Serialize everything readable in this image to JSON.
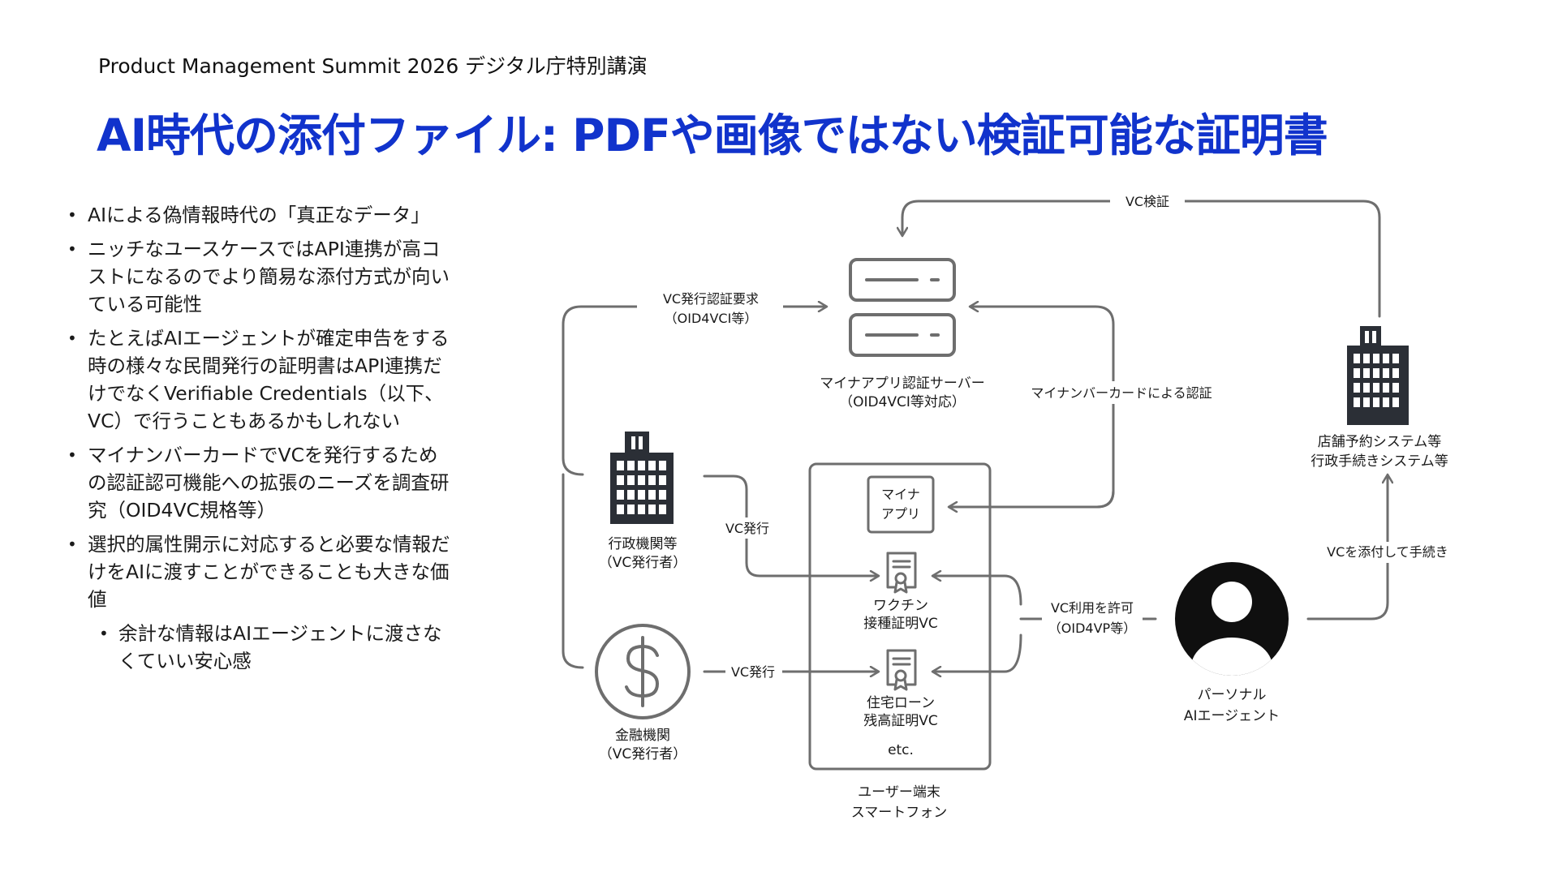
{
  "header": {
    "subtitle": "Product Management Summit 2026 デジタル庁特別講演",
    "title": "AI時代の添付ファイル: PDFや画像ではない検証可能な証明書"
  },
  "bullets": [
    "AIによる偽情報時代の「真正なデータ」",
    "ニッチなユースケースではAPI連携が高コストになるのでより簡易な添付方式が向いている可能性",
    "たとえばAIエージェントが確定申告をする時の様々な民間発行の証明書はAPI連携だけでなくVerifiable Credentials（以下、VC）で行うこともあるかもしれない",
    "マイナンバーカードでVCを発行するための認証認可機能への拡張のニーズを調査研究（OID4VC規格等）",
    "選択的属性開示に対応すると必要な情報だけをAIに渡すことができることも大きな価値"
  ],
  "sub_bullets": [
    "余計な情報はAIエージェントに渡さなくていい安心感"
  ],
  "diagram": {
    "nodes": {
      "server": [
        "マイナアプリ認証サーバー",
        "（OID4VCI等対応）"
      ],
      "gov": [
        "行政機関等",
        "（VC発行者）"
      ],
      "bank": [
        "金融機関",
        "（VC発行者）"
      ],
      "store": [
        "店舗予約システム等",
        "行政手続きシステム等"
      ],
      "agent": [
        "パーソナル",
        "AIエージェント"
      ],
      "device": [
        "ユーザー端末",
        "スマートフォン"
      ],
      "app": [
        "マイナ",
        "アプリ"
      ],
      "vaccine": [
        "ワクチン",
        "接種証明VC"
      ],
      "loan": [
        "住宅ローン",
        "残高証明VC"
      ],
      "etc": "etc."
    },
    "edges": {
      "verify": "VC検証",
      "issue_request": [
        "VC発行認証要求",
        "（OID4VCI等）"
      ],
      "mynumber_auth": "マイナンバーカードによる認証",
      "issue_gov": "VC発行",
      "issue_bank": "VC発行",
      "permit": [
        "VC利用を許可",
        "（OID4VP等）"
      ],
      "attach": "VCを添付して手続き"
    },
    "icons": [
      "server-icon",
      "building-icon",
      "dollar-coin-icon",
      "certificate-icon",
      "user-avatar-icon"
    ],
    "colors": {
      "line": "#6e6e6e",
      "icon_dark": "#2b2f36",
      "title": "#1133cc"
    }
  }
}
